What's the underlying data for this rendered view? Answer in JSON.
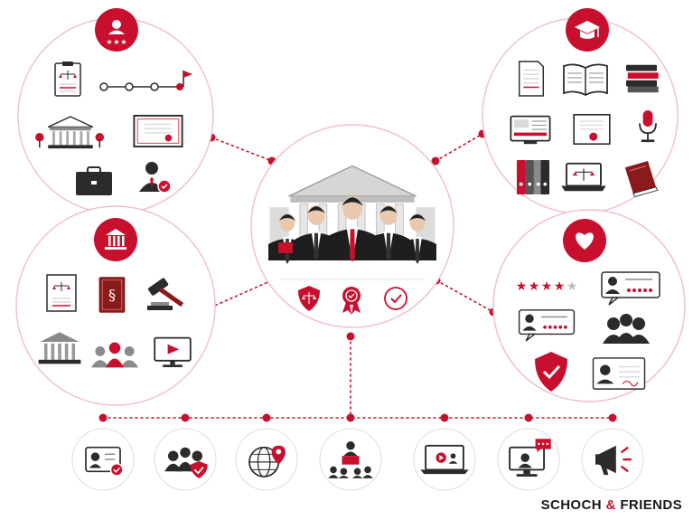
{
  "colors": {
    "accent": "#c8102e",
    "dark": "#2b2b2b",
    "grey": "#8a8a8a",
    "light_grey": "#d9d9d9",
    "circle_stroke": "#f0c2c8"
  },
  "hub": {
    "illustration": [
      "courthouse-illustration",
      "legal-team-illustration"
    ],
    "badges": [
      "shield-scales-icon",
      "award-ribbon-icon",
      "checkmark-circle-icon"
    ]
  },
  "clusters": {
    "top_left": {
      "badge_icon": "user-stars-icon",
      "icons": [
        "clipboard-scales-icon",
        "timeline-flag-icon",
        "courthouse-icon",
        "certificate-icon",
        "briefcase-icon",
        "lawyer-verified-icon"
      ]
    },
    "middle_left": {
      "badge_icon": "institution-icon",
      "icons": [
        "document-scales-icon",
        "law-book-icon",
        "gavel-icon",
        "columns-building-icon",
        "audience-group-icon",
        "video-monitor-icon"
      ]
    },
    "top_right": {
      "badge_icon": "graduation-cap-icon",
      "icons": [
        "document-icon",
        "open-book-icon",
        "book-stack-icon",
        "slides-monitor-icon",
        "diploma-icon",
        "microphone-icon",
        "binders-icon",
        "laptop-scales-icon",
        "red-book-icon"
      ]
    },
    "middle_right": {
      "badge_icon": "heart-icon",
      "icons": [
        "star-rating-icon",
        "review-card-icon",
        "review-card-icon",
        "people-group-icon",
        "shield-check-icon",
        "profile-card-icon"
      ]
    }
  },
  "bottom_row": {
    "icons": [
      "id-card-verified-icon",
      "team-verified-icon",
      "globe-pin-icon",
      "speaker-podium-icon",
      "laptop-video-icon",
      "monitor-chat-icon",
      "megaphone-icon"
    ]
  },
  "brand": {
    "left": "SCHOCH",
    "amp": "&",
    "right": "FRIENDS"
  }
}
